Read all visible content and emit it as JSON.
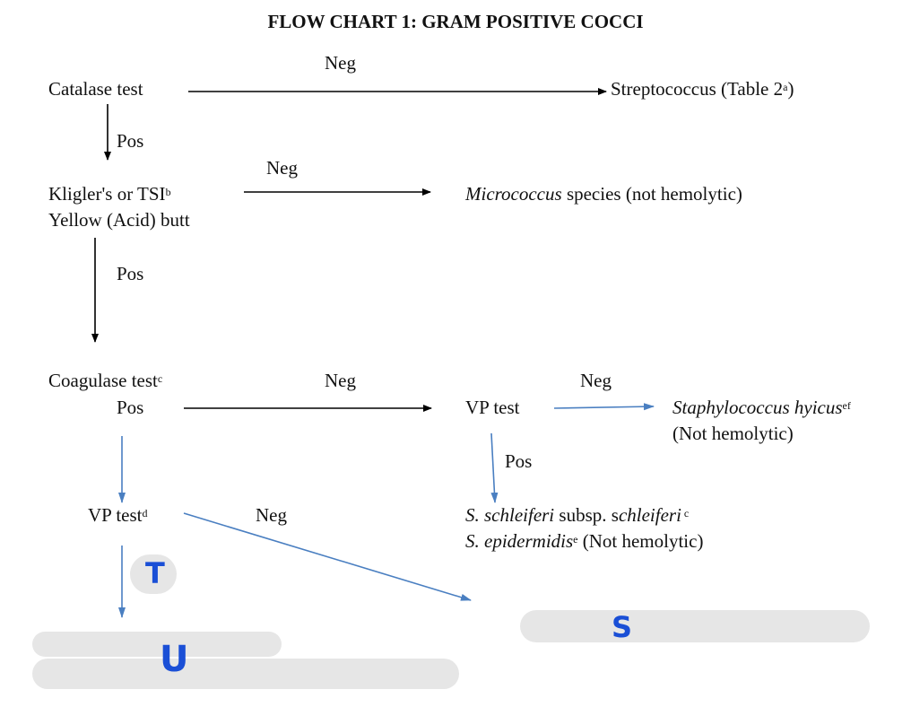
{
  "title": "FLOW CHART 1: GRAM POSITIVE COCCI",
  "nodes": {
    "catalase": "Catalase test",
    "streptococcus": {
      "text": "Streptococcus (Table 2",
      "sup": "a",
      "close": ")"
    },
    "kligler": {
      "line1": "Kligler's or TSI",
      "sup": "b",
      "line2": "Yellow (Acid) butt"
    },
    "micrococcus": {
      "italic": "Micrococcus",
      "rest": " species (not hemolytic)"
    },
    "coagulase": {
      "text": "Coagulase test",
      "sup": "c",
      "line2": "Pos"
    },
    "vp_test": "VP test",
    "hyicus": {
      "italic": "Staphylococcus hyicus",
      "sup": "ef",
      "line2": "(Not hemolytic)"
    },
    "vp_test_d": {
      "text": "VP test",
      "sup": "d"
    },
    "schleiferi": {
      "i1": "S. schleiferi",
      "mid": " subsp. s",
      "i2": "chleiferi",
      "sup": " c"
    },
    "epidermidis": {
      "italic": "S. epidermidis",
      "sup": "e",
      "rest": " (Not hemolytic)"
    }
  },
  "labels": {
    "neg_catalase": "Neg",
    "pos_catalase": "Pos",
    "neg_kligler": "Neg",
    "pos_kligler": "Pos",
    "neg_coagulase": "Neg",
    "neg_vp": "Neg",
    "pos_vp": "Pos",
    "neg_vpd": "Neg"
  },
  "handwritten": {
    "t": "T",
    "u": "U",
    "s": "S"
  },
  "colors": {
    "black_arrow": "#000000",
    "blue_arrow": "#4a7fc1",
    "hand": "#1a4fd6",
    "redaction": "#e6e6e6"
  }
}
